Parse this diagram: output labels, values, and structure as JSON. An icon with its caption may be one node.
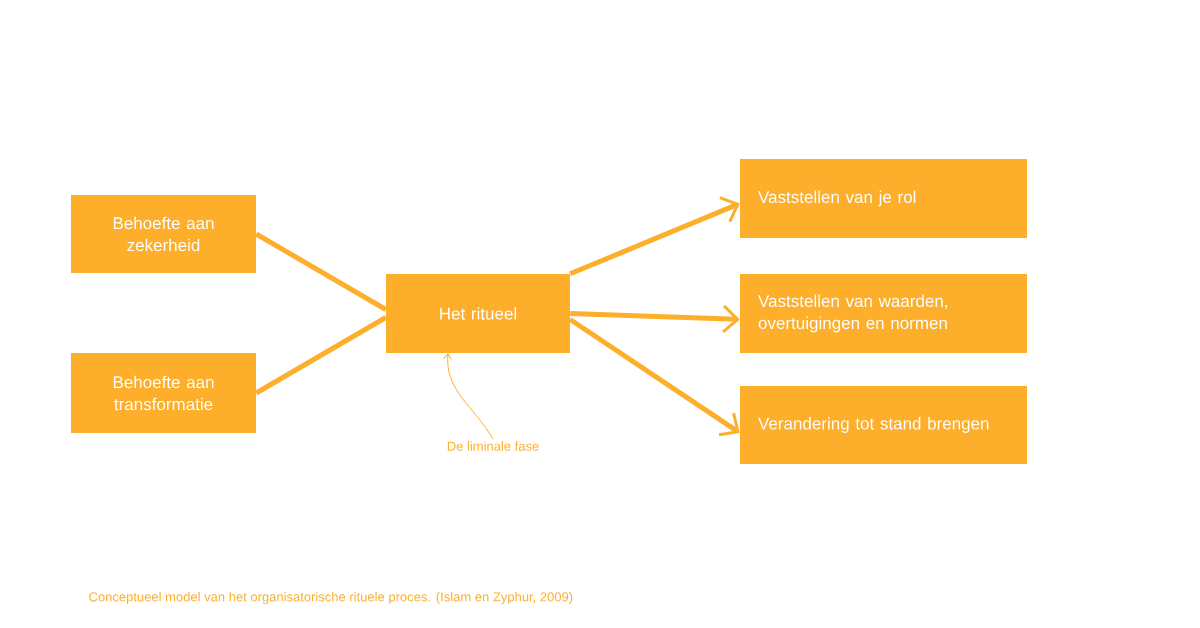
{
  "diagram": {
    "caption": "Conceptueel model van het organisatorische rituele proces.  (Islam en Zyphur, 2009)",
    "nodes": [
      {
        "text": [
          "Behoefte aan zekerheid"
        ]
      },
      {
        "text": [
          "Behoefte aan transformatie"
        ]
      },
      {
        "text": [
          "Het ritueel"
        ]
      },
      {
        "text": [
          "Vaststellen van je rol"
        ]
      },
      {
        "text": [
          "Vaststellen van waarden, overtuigingen en normen"
        ]
      },
      {
        "text": [
          "Verandering tot stand brengen"
        ]
      },
      {
        "text": [
          "De liminale fase"
        ]
      }
    ],
    "edges": [
      {
        "from": 0,
        "to": 2,
        "arrow": "none"
      },
      {
        "from": 1,
        "to": 2,
        "arrow": "none"
      },
      {
        "from": 2,
        "to": 3,
        "arrow": "to"
      },
      {
        "from": 2,
        "to": 4,
        "arrow": "to"
      },
      {
        "from": 2,
        "to": 5,
        "arrow": "to"
      },
      {
        "from": 6,
        "to": 2,
        "arrow": "to"
      }
    ]
  }
}
